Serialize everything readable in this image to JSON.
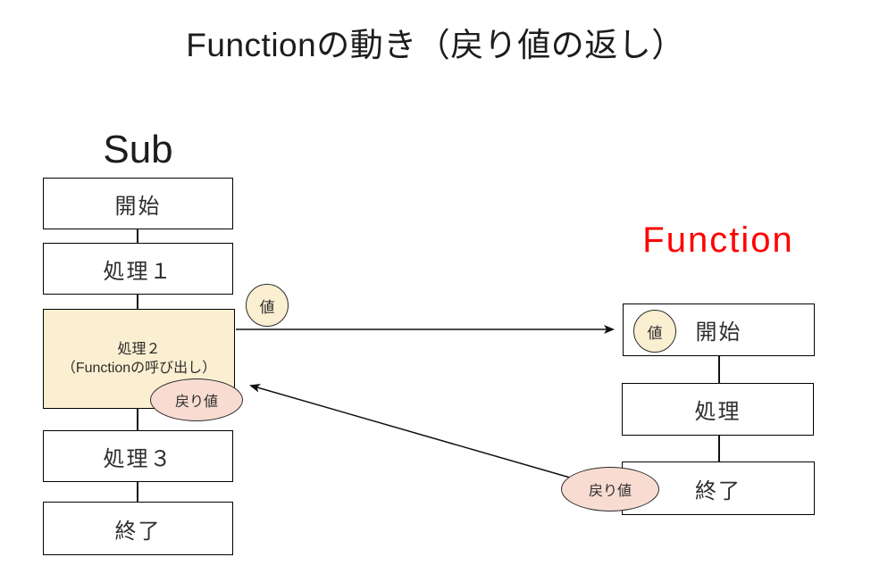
{
  "title": "Functionの動き（戻り値の返し）",
  "sub_flow": {
    "label": "Sub",
    "boxes": {
      "start": "開始",
      "p1": "処理１",
      "p2_line1": "処理２",
      "p2_line2": "（Functionの呼び出し）",
      "p3": "処理３",
      "end": "終了"
    }
  },
  "function_flow": {
    "label": "Function",
    "boxes": {
      "start": "開始",
      "process": "処理",
      "end": "終了"
    }
  },
  "badges": {
    "value_at_sub": "値",
    "value_at_function": "値",
    "return_at_sub": "戻り値",
    "return_at_function": "戻り値"
  },
  "colors": {
    "highlight_fill": "#fbefd1",
    "value_fill": "#fbefd1",
    "return_fill": "#f8dcd2",
    "function_label": "#ff0000"
  }
}
